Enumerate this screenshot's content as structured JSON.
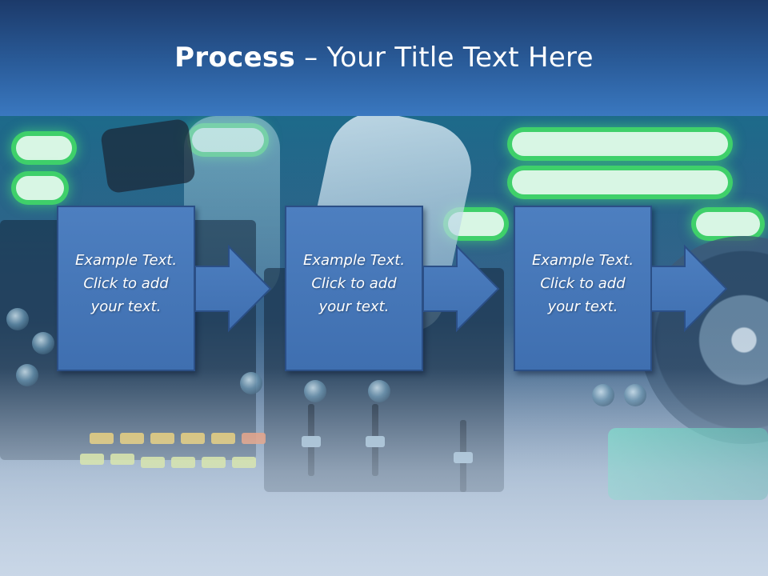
{
  "slide": {
    "title_bold": "Process",
    "title_rest": " – Your Title Text Here"
  },
  "steps": [
    {
      "line1": "Example Text.",
      "line2": "Click  to add",
      "line3": "your text."
    },
    {
      "line1": "Example Text.",
      "line2": "Click  to add",
      "line3": "your text."
    },
    {
      "line1": "Example Text.",
      "line2": "Click  to add",
      "line3": "your text."
    }
  ],
  "colors": {
    "title_band": "#2a5c9a",
    "step_fill": "#4a7bbd",
    "step_border": "#2b4f86",
    "text": "#ffffff"
  }
}
